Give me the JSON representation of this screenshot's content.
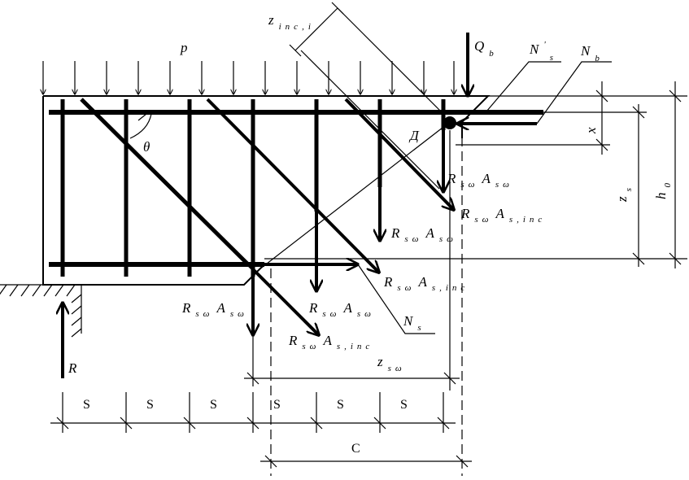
{
  "labels": {
    "load": "p",
    "theta": "θ",
    "point": "Д",
    "support_reaction": "R",
    "span": "C",
    "stirrup_spacing": "S",
    "z_inc": {
      "main": "z",
      "sub": "inc,i"
    },
    "qb": {
      "main": "Q",
      "sub": "b"
    },
    "ns_prime": {
      "main": "N",
      "sup": "'",
      "sub": "s"
    },
    "nb": {
      "main": "N",
      "sub": "b"
    },
    "ns": {
      "main": "N",
      "sub": "s"
    },
    "x": "x",
    "zs": {
      "main": "z",
      "sub": "s"
    },
    "h0": {
      "main": "h",
      "sub": "0"
    },
    "zsw": {
      "main": "z",
      "sub": "sω"
    },
    "rsw_asw": {
      "r": "R",
      "r_sub": "sω",
      "a": "A",
      "a_sub": "sω"
    },
    "rsw_asinc": {
      "r": "R",
      "r_sub": "sω",
      "a": "A",
      "a_sub": "s,inc"
    }
  }
}
